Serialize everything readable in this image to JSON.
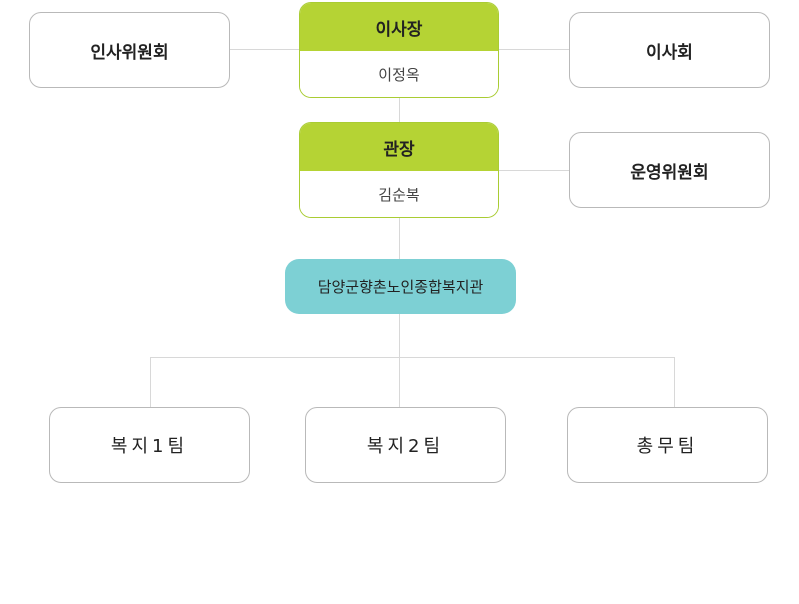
{
  "org": {
    "chairman": {
      "title": "이사장",
      "name": "이정옥"
    },
    "director": {
      "title": "관장",
      "name": "김순복"
    },
    "committees": {
      "hr": "인사위원회",
      "board": "이사회",
      "operations": "운영위원회"
    },
    "center": "담양군향촌노인종합복지관",
    "teams": [
      "복지1팀",
      "복지2팀",
      "총무팀"
    ]
  },
  "colors": {
    "role_header": "#b5d334",
    "role_border": "#a9cc33",
    "center_fill": "#7dd0d4",
    "connector": "#d8d8d8",
    "box_border": "#b9b9b9"
  }
}
